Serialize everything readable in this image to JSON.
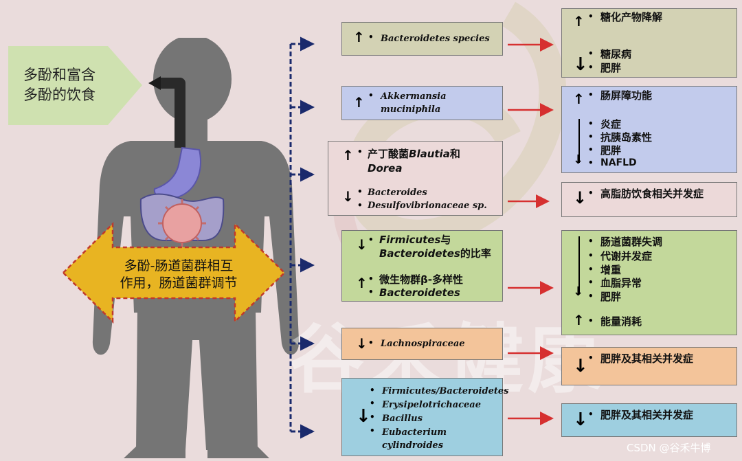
{
  "diet_label": [
    "多酚和富含",
    "多酚的饮食"
  ],
  "interaction_label": [
    "多酚-肠道菌群相互",
    "作用，肠道菌群调节"
  ],
  "watermark": "谷禾健康",
  "credit": "CSDN @谷禾牛博",
  "arrows": {
    "up": "↑",
    "down": "↓",
    "bullet": "•"
  },
  "colors": {
    "red_arrow": "#d63030",
    "navy_arrow": "#1a2a6c",
    "gold": "#e8b422",
    "green_box": "#c3d89b"
  },
  "bacteria": {
    "b1": {
      "italic": "Bacteroidetes",
      "plain": " species"
    },
    "b2": {
      "line1": "Akkermansia",
      "line2": "muciniphila"
    },
    "b3": {
      "up_text_pre": "产丁酸菌",
      "up_italic": "Blautia",
      "up_text_post": "和",
      "up_line2": "Dorea",
      "down_line1": "Bacteroides",
      "down_line2_italic": "Desulfovibrionaceae",
      "down_line2_plain": " sp."
    },
    "b4": {
      "down_line1_italic": "Firmicutes",
      "down_line1_post": "与",
      "down_line2_italic": "Bacteroidetes",
      "down_line2_post": "的比率",
      "up_line1": "微生物群β-多样性",
      "up_line2": "Bacteroidetes"
    },
    "b5": {
      "line1": "Lachnospiraceae"
    },
    "b6": {
      "line1": "Firmicutes/Bacteroidetes",
      "line2": "Erysipelotrichaceae",
      "line3": "Bacillus",
      "line4": "Eubacterium",
      "line5": "cylindroides"
    }
  },
  "outcomes": {
    "o1": {
      "up": "糖化产物降解",
      "down1": "糖尿病",
      "down2": "肥胖"
    },
    "o2": {
      "up": "肠屏障功能",
      "down1": "炎症",
      "down2": "抗胰岛素性",
      "down3": "肥胖",
      "down4": "NAFLD"
    },
    "o3": {
      "down": "高脂肪饮食相关并发症"
    },
    "o4": {
      "down1": "肠道菌群失调",
      "down2": "代谢并发症",
      "down3": "增重",
      "down4": "血脂异常",
      "down5": "肥胖",
      "up": "能量消耗"
    },
    "o5": {
      "down": "肥胖及其相关并发症"
    },
    "o6": {
      "down": "肥胖及其相关并发症"
    }
  }
}
